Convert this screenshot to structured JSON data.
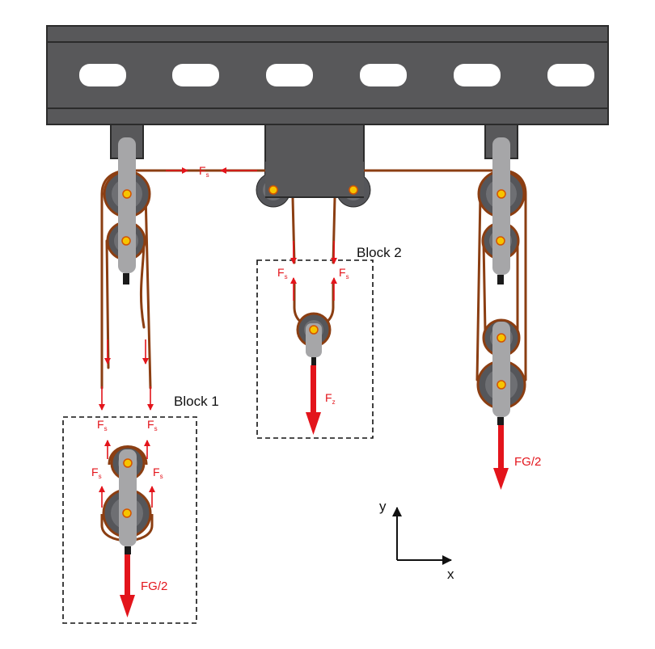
{
  "colors": {
    "beam": "#58585a",
    "beam_edge": "#2b2b2b",
    "pulley": "#55565a",
    "pulley_inner": "#6e6f73",
    "arm": "#a6a6a8",
    "rope": "#8b3e12",
    "force": "#e3141b",
    "pin": "#f6c400",
    "box_line": "#111111"
  },
  "labels": {
    "block1": "Block 1",
    "block2": "Block 2",
    "force_letter": "F",
    "sub_s": "s",
    "sub_z": "z",
    "fg_half": "FG/2",
    "axis_x": "x",
    "axis_y": "y"
  }
}
